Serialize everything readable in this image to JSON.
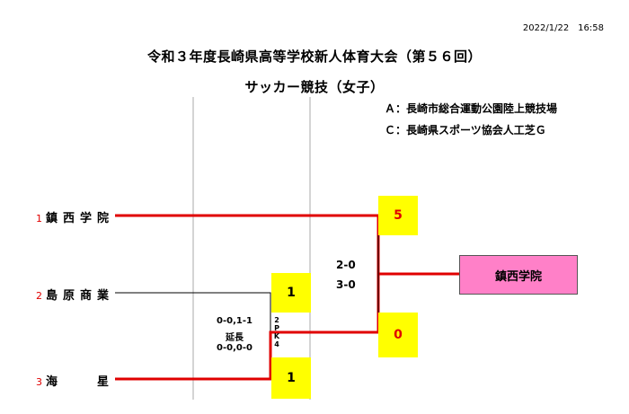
{
  "timestamp": "2022/1/22　16:58",
  "title": "令和３年度長崎県高等学校新人体育大会（第５６回）",
  "subtitle": "サッカー競技（女子）",
  "venues": [
    "Ａ：長崎市総合運動公園陸上競技場",
    "Ｃ：長崎県スポーツ協会人工芝Ｇ"
  ],
  "teams": [
    {
      "seed": "1",
      "name": "鎮西学院"
    },
    {
      "seed": "2",
      "name": "島原商業"
    },
    {
      "seed": "3",
      "name": "海　　星"
    }
  ],
  "match1": {
    "score_top": "1",
    "score_bottom": "1",
    "detail_1": "0-0,1-1",
    "detail_2": "延長",
    "detail_3": "0-0,0-0",
    "pk_label": [
      "2",
      "P",
      "K",
      "4"
    ]
  },
  "final": {
    "score_top": "5",
    "score_bottom": "0",
    "half_1": "2-0",
    "half_2": "3-0",
    "winner": "鎮西学院"
  },
  "colors": {
    "winner_line": "#e00000",
    "score_box": "#ffff00",
    "winner_box": "#ff80c8"
  }
}
